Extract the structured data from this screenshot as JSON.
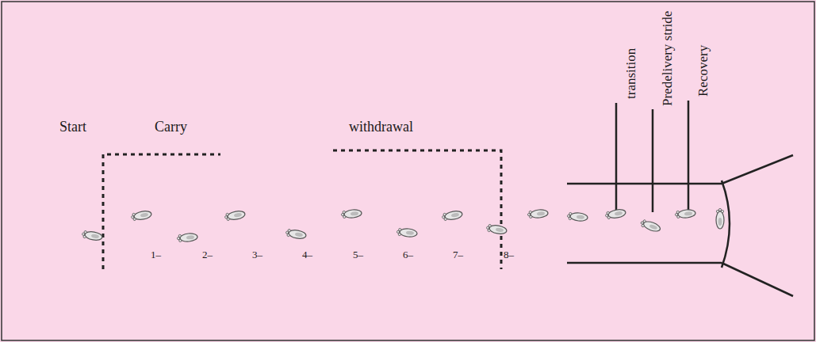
{
  "diagram": {
    "labels": [
      "Start",
      "Carry",
      "withdrawal",
      "transition",
      "Predelivery stride",
      "Recovery",
      "1–",
      "2–",
      "3–",
      "4–",
      "5–",
      "6–",
      "7–",
      "8–"
    ]
  }
}
